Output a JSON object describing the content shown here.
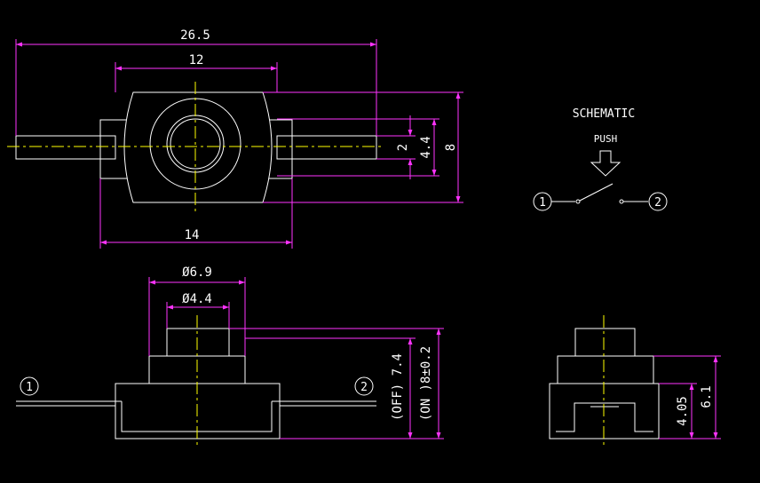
{
  "colors": {
    "background": "#000000",
    "outline": "#ffffff",
    "dimension": "#ff33ff",
    "centerline": "#ffff00",
    "text": "#ffffff"
  },
  "top_view": {
    "dim_overall_width": "26.5",
    "dim_body_width": "12",
    "dim_base_width": "14",
    "dim_terminal": "2",
    "dim_height_mid": "4.4",
    "dim_height_total": "8"
  },
  "schematic": {
    "title": "SCHEMATIC",
    "push_label": "PUSH",
    "terminal_1": "1",
    "terminal_2": "2"
  },
  "front_view": {
    "dim_cap_outer": "Ø6.9",
    "dim_cap_inner": "Ø4.4",
    "dim_off": "(OFF) 7.4",
    "dim_on": "(ON )8±0.2",
    "terminal_1": "1",
    "terminal_2": "2"
  },
  "side_view": {
    "dim_body_height": "4.05",
    "dim_total_height": "6.1"
  }
}
